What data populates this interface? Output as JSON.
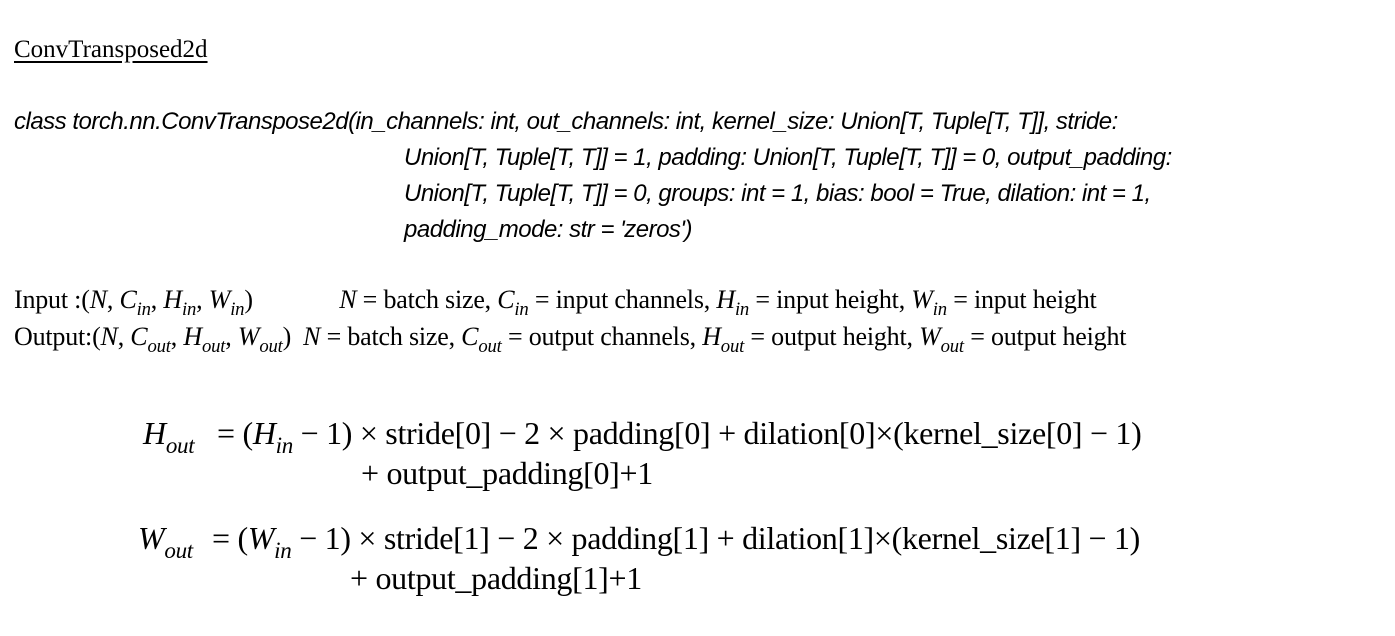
{
  "title": "ConvTransposed2d",
  "signature": [
    "class torch.nn.ConvTranspose2d(in_channels: int, out_channels: int, kernel_size: Union[T, Tuple[T, T]], stride:",
    "Union[T, Tuple[T, T]] = 1, padding: Union[T, Tuple[T, T]] = 0, output_padding:",
    "Union[T, Tuple[T, T]] = 0, groups: int = 1, bias: bool = True, dilation: int = 1,",
    "padding_mode: str = 'zeros')"
  ],
  "io": {
    "input_label": "Input   : ",
    "output_label": "Output: ",
    "input_desc": {
      "n": "N",
      "n_text": " = batch size, ",
      "c": "C",
      "c_sub": "in",
      "c_text": " = input channels, ",
      "h": "H",
      "h_sub": "in",
      "h_text": " = input height, ",
      "w": "W",
      "w_sub": "in",
      "w_text": " = input height"
    },
    "output_desc": {
      "n": "N",
      "n_text": " = batch size, ",
      "c": "C",
      "c_sub": "out",
      "c_text": " = output channels, ",
      "h": "H",
      "h_sub": "out",
      "h_text": " = output height, ",
      "w": "W",
      "w_sub": "out",
      "w_text": " = output height"
    }
  },
  "equations": {
    "h_lhs": "H",
    "h_lhs_sub": "out",
    "h_rhs_var": "H",
    "h_rhs_sub": "in",
    "h_rhs_rest": " − 1) × stride[0] − 2 × padding[0] + dilation[0]×(kernel_size[0] − 1)",
    "h_cont": "+ output_padding[0]+1",
    "w_lhs": "W",
    "w_lhs_sub": "out",
    "w_rhs_var": "W",
    "w_rhs_sub": "in",
    "w_rhs_rest": " − 1) × stride[1] − 2 × padding[1] + dilation[1]×(kernel_size[1] − 1)",
    "w_cont": "+ output_padding[1]+1"
  }
}
